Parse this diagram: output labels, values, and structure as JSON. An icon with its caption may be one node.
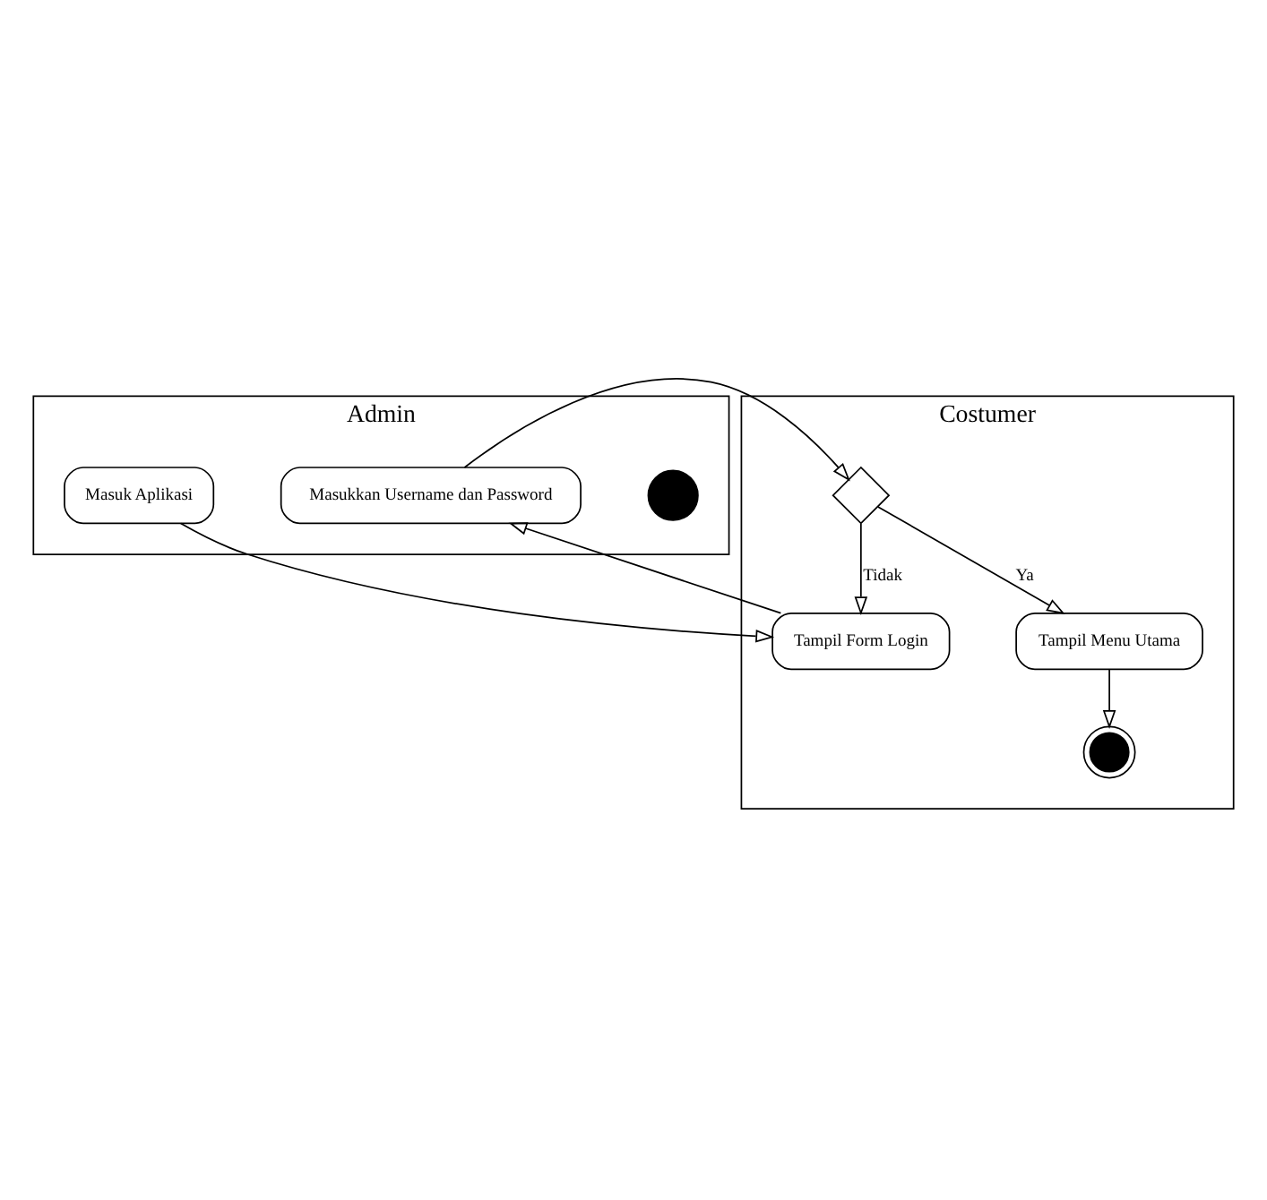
{
  "diagram": {
    "nodes": [
      {
        "text": [
          "Admin"
        ]
      },
      {
        "text": [
          "Costumer"
        ]
      },
      {
        "text": [],
        "shape": "circle",
        "in": 0
      },
      {
        "text": [
          "Masuk Aplikasi"
        ],
        "in": 0
      },
      {
        "text": [
          "Tampil Form Login"
        ],
        "in": 1
      },
      {
        "text": [
          "Masukkan Username dan Password"
        ],
        "in": 0
      },
      {
        "text": [],
        "shape": "diamond",
        "in": 1
      },
      {
        "text": [
          "Tampil Menu Utama"
        ],
        "in": 1
      },
      {
        "text": [],
        "shape": "circle",
        "in": 1
      }
    ],
    "edges": [
      {
        "from": 3,
        "to": 4,
        "arrow": "to"
      },
      {
        "from": 4,
        "to": 5,
        "arrow": "to"
      },
      {
        "from": 5,
        "to": 6,
        "arrow": "to"
      },
      {
        "from": 6,
        "to": 4,
        "arrow": "to",
        "label": "Tidak"
      },
      {
        "from": 6,
        "to": 7,
        "arrow": "to",
        "label": "Ya"
      },
      {
        "from": 7,
        "to": 8,
        "arrow": "to"
      }
    ]
  }
}
